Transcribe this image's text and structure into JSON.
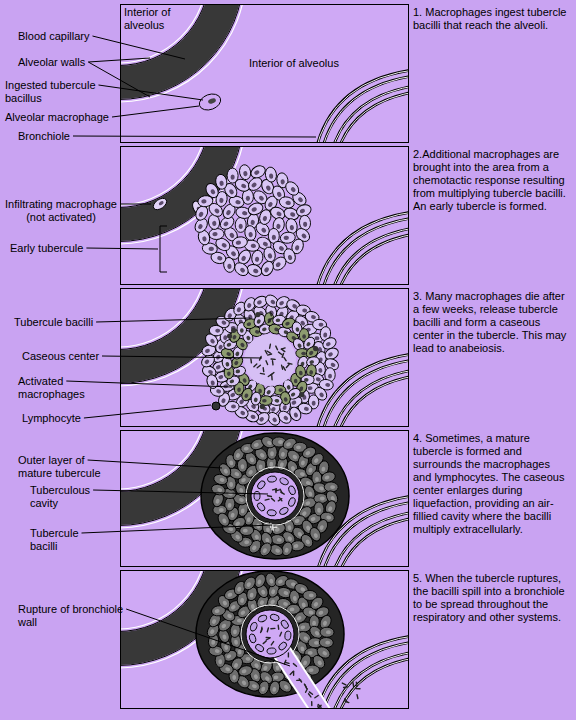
{
  "diagram": {
    "nodes": [
      {
        "text": [
          "Interior of alveolus",
          "Interior of alveolus"
        ]
      }
    ],
    "labels": [
      "Blood capillary",
      "Alveolar walls",
      "Ingested tubercule bacillus",
      "Alveolar macrophage",
      "Bronchiole",
      "1. Macrophages ingest tubercle bacilli that reach the alveoli.",
      "Infiltrating macrophage (not activated)",
      "Early tubercule",
      "2.Additional macrophages are brought into the area from a chemotactic response resulting from multiplying tubercle bacilli. An early tubercle is formed.",
      "Tubercule bacilli",
      "Caseous center",
      "Activated macrophages",
      "Lymphocyte",
      "3. Many macrophages die after a few weeks, release tubercle bacilli and form a caseous center in the tubercle. This may lead to anabeiosis.",
      "Outer layer of mature tubercule",
      "Tuberculous cavity",
      "Tubercule bacilli",
      "4. Sometimes, a mature tubercle is formed and surrounds the macrophages and lymphocytes. The caseous center enlarges during liquefaction, providing an air-fillied cavity where the bacilli multiply extracellularly.",
      "Rupture of bronchiole wall",
      "5. When the tubercle ruptures, the bacilli spill into a bronchiole to be spread throughout the respiratory and other systems."
    ]
  }
}
